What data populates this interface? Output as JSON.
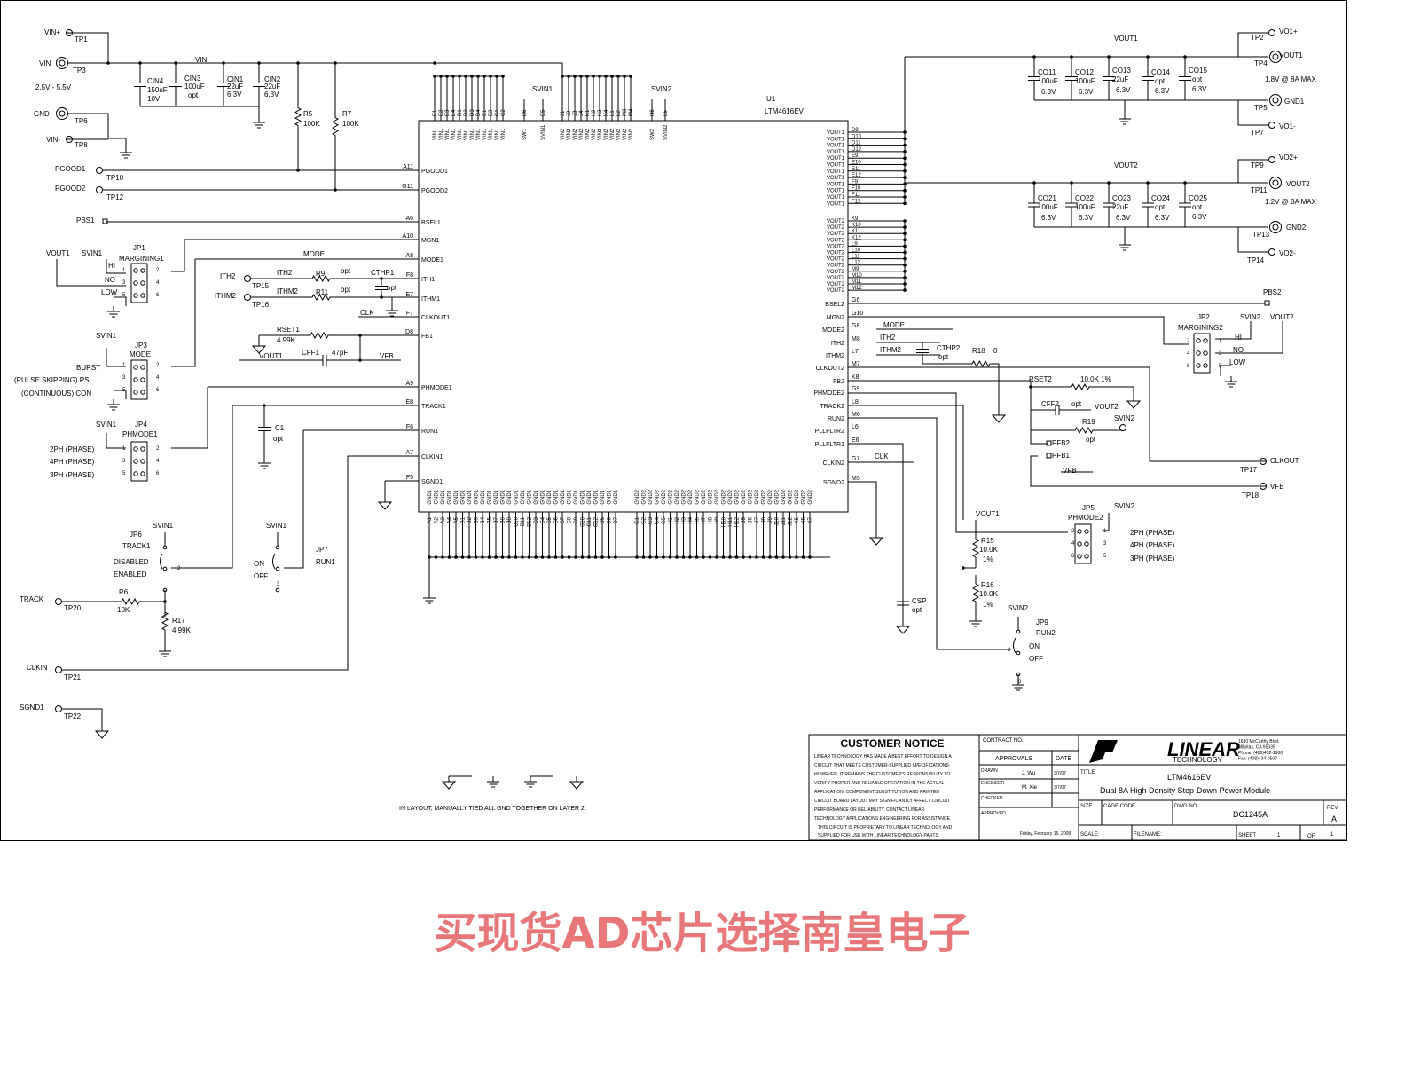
{
  "tb": {
    "notice_title": "CUSTOMER NOTICE",
    "notice_lines": [
      "LINEAR TECHNOLOGY HAS MADE A BEST EFFORT TO DESIGN A",
      "CIRCUIT THAT MEETS CUSTOMER-SUPPLIED SPECIFICATIONS;",
      "HOWEVER, IT REMAINS THE CUSTOMER'S RESPONSIBILITY TO",
      "VERIFY PROPER AND RELIABLE OPERATION IN THE ACTUAL",
      "APPLICATION. COMPONENT SUBSTITUTION AND PRINTED",
      "CIRCUIT BOARD LAYOUT MAY SIGNIFICANTLY AFFECT CIRCUIT",
      "PERFORMANCE OR RELIABILITY. CONTACT LINEAR",
      "TECHNOLOGY APPLICATIONS ENGINEERING FOR ASSISTANCE."
    ],
    "proprietary_lines": [
      "THIS CIRCUIT IS PROPRIETARY TO LINEAR TECHNOLOGY AND",
      "SUPPLIED FOR USE WITH LINEAR TECHNOLOGY PARTS."
    ],
    "contract_label": "CONTRACT NO.",
    "approvals_label": "APPROVALS",
    "date_label": "DATE",
    "drawn_label": "DRAWN",
    "drawn_by": "J. Wu",
    "drawn_date": "3/7/07",
    "engineer_label": "ENGINEER",
    "engineer_by": "M. Xie",
    "engineer_date": "3/7/07",
    "checked_label": "CHECKED",
    "approved_label": "APPROVED",
    "print_date": "Friday, February 15, 2008",
    "logo_text": "LINEAR",
    "logo_sub": "TECHNOLOGY",
    "address_lines": [
      "1630 McCarthy Blvd.",
      "Milpitas, CA 95035",
      "Phone: (408)432-1900",
      "Fax: (408)434-0507"
    ],
    "title_label": "TITLE",
    "title_1": "LTM4616EV",
    "title_2": "Dual 8A High Density Step-Down Power Module",
    "size_label": "SIZE",
    "cage_label": "CAGE CODE",
    "dwg_label": "DWG NO",
    "dwg_no": "DC1245A",
    "rev_label": "REV",
    "rev": "A",
    "scale_label": "SCALE:",
    "filename_label": "FILENAME:",
    "sheet_label": "SHEET",
    "sheet_no": "1",
    "of_label": "OF",
    "sheet_total": "1"
  },
  "layout_note": "IN LAYOUT, MANUALLY TIED ALL GND TOGETHER ON LAYER 2.",
  "promo": "买现货AD芯片选择南皇电子",
  "ic": {
    "ref": "U1",
    "part": "LTM4616EV",
    "left_pins": [
      {
        "num": "A11",
        "name": "PGOOD1"
      },
      {
        "num": "G11",
        "name": "PGOOD2"
      },
      {
        "num": "A6",
        "name": "BSEL1"
      },
      {
        "num": "A10",
        "name": "MGN1"
      },
      {
        "num": "A8",
        "name": "MODE1"
      },
      {
        "num": "F8",
        "name": "ITH1"
      },
      {
        "num": "E7",
        "name": "ITHM1"
      },
      {
        "num": "F7",
        "name": "CLKOUT1"
      },
      {
        "num": "D8",
        "name": "FB1"
      },
      {
        "num": "A9",
        "name": "PHMODE1"
      },
      {
        "num": "E8",
        "name": "TRACK1"
      },
      {
        "num": "F6",
        "name": "RUN1"
      },
      {
        "num": "A7",
        "name": "CLKIN1"
      },
      {
        "num": "F5",
        "name": "SGND1"
      }
    ],
    "right_pins": [
      {
        "num": "G6",
        "name": "BSEL2"
      },
      {
        "num": "G10",
        "name": "MGN2"
      },
      {
        "num": "G8",
        "name": "MODE2"
      },
      {
        "num": "M8",
        "name": "ITH2"
      },
      {
        "num": "L7",
        "name": "ITHM2"
      },
      {
        "num": "M7",
        "name": "CLKOUT2"
      },
      {
        "num": "K8",
        "name": "FB2"
      },
      {
        "num": "G9",
        "name": "PHMODE2"
      },
      {
        "num": "L8",
        "name": "TRACK2"
      },
      {
        "num": "M6",
        "name": "RUN2"
      },
      {
        "num": "L6",
        "name": "PLLFLTR2"
      },
      {
        "num": "E6",
        "name": "PLLFLTR1"
      },
      {
        "num": "G7",
        "name": "CLKIN2"
      },
      {
        "num": "M5",
        "name": "SGND2"
      }
    ],
    "vout1_nums": [
      "D9",
      "D10",
      "D11",
      "D12",
      "E9",
      "E10",
      "E11",
      "E12",
      "F9",
      "F10",
      "F11",
      "F12"
    ],
    "vout1_name": "VOUT1",
    "vout2_nums": [
      "K9",
      "K10",
      "K11",
      "K12",
      "L9",
      "L10",
      "L11",
      "L12",
      "M9",
      "M10",
      "M11",
      "M12"
    ],
    "vout2_name": "VOUT2",
    "top_vin1_nums": [
      "E1",
      "E2",
      "E3",
      "E4",
      "D1",
      "D2",
      "D3",
      "D4",
      "E1",
      "E2",
      "C1",
      "C2"
    ],
    "top_vin2_nums": [
      "J1",
      "J2",
      "J3",
      "J4",
      "K1",
      "K2",
      "K3",
      "K4",
      "L1",
      "L2",
      "M3",
      "M4"
    ],
    "vin_name": "VIN1",
    "vin2_name": "VIN2",
    "sw1": {
      "num": "B6",
      "name": "SW1"
    },
    "svin1": {
      "num": "E5",
      "name": "SVIN1"
    },
    "sw2": {
      "num": "H6",
      "name": "SW2"
    },
    "svin2": {
      "num": "L5",
      "name": "SVIN2"
    },
    "bottom_gnd1_nums": [
      "A1",
      "A2",
      "A3",
      "A4",
      "A5",
      "B1",
      "B2",
      "B3",
      "B4",
      "B5",
      "B7",
      "B8",
      "B9",
      "B10",
      "B11",
      "B12",
      "C3",
      "C4",
      "C5",
      "C6",
      "C7",
      "C8",
      "C9",
      "C10",
      "C11",
      "C12",
      "D5",
      "D6",
      "D7"
    ],
    "bottom_gnd2_nums": [
      "G1",
      "G2",
      "G3",
      "G4",
      "G5",
      "H1",
      "H2",
      "H3",
      "H4",
      "H5",
      "H7",
      "H8",
      "H9",
      "H10",
      "H11",
      "H12",
      "J5",
      "J6",
      "J7",
      "J8",
      "J9",
      "J10",
      "J11",
      "J12",
      "K5",
      "K6",
      "K7"
    ],
    "gnd1_name": "GND1",
    "gnd2_name": "GND2"
  },
  "labels": [
    {
      "t": "VIN+"
    },
    {
      "t": "TP1"
    },
    {
      "t": "VIN"
    },
    {
      "t": "TP3"
    },
    {
      "t": "2.5V - 5.5V"
    },
    {
      "t": "GND"
    },
    {
      "t": "TP6"
    },
    {
      "t": "VIN-"
    },
    {
      "t": "TP8"
    },
    {
      "t": "CIN4"
    },
    {
      "t": "150uF"
    },
    {
      "t": "10V"
    },
    {
      "t": "CIN3"
    },
    {
      "t": "100uF"
    },
    {
      "t": "opt"
    },
    {
      "t": "CIN1"
    },
    {
      "t": "22uF"
    },
    {
      "t": "6.3V"
    },
    {
      "t": "CIN2"
    },
    {
      "t": "22uF"
    },
    {
      "t": "6.3V"
    },
    {
      "t": "VIN"
    },
    {
      "t": "R5"
    },
    {
      "t": "100K"
    },
    {
      "t": "R7"
    },
    {
      "t": "100K"
    },
    {
      "t": "PGOOD1"
    },
    {
      "t": "TP10"
    },
    {
      "t": "PGOOD2"
    },
    {
      "t": "TP12"
    },
    {
      "t": "PBS1"
    },
    {
      "t": "VOUT1"
    },
    {
      "t": "SVIN1"
    },
    {
      "t": "JP1"
    },
    {
      "t": "MARGINING1"
    },
    {
      "t": "HI"
    },
    {
      "t": "NO"
    },
    {
      "t": "LOW"
    },
    {
      "t": "MODE"
    },
    {
      "t": "ITH2"
    },
    {
      "t": "TP15"
    },
    {
      "t": "ITH2"
    },
    {
      "t": "R9"
    },
    {
      "t": "opt"
    },
    {
      "t": "CTHP1"
    },
    {
      "t": "opt"
    },
    {
      "t": "ITHM2"
    },
    {
      "t": "TP16"
    },
    {
      "t": "ITHM2"
    },
    {
      "t": "R11"
    },
    {
      "t": "opt"
    },
    {
      "t": "CLK"
    },
    {
      "t": "RSET1"
    },
    {
      "t": "4.99K"
    },
    {
      "t": "VOUT1"
    },
    {
      "t": "CFF1"
    },
    {
      "t": "47pF"
    },
    {
      "t": "VFB"
    },
    {
      "t": "SVIN1"
    },
    {
      "t": "JP3"
    },
    {
      "t": "MODE"
    },
    {
      "t": "BURST"
    },
    {
      "t": "(PULSE SKIPPING) PS"
    },
    {
      "t": "(CONTINUOUS) CON"
    },
    {
      "t": "C1"
    },
    {
      "t": "opt"
    },
    {
      "t": "SVIN1"
    },
    {
      "t": "JP4"
    },
    {
      "t": "PHMODE1"
    },
    {
      "t": "2PH (PHASE)"
    },
    {
      "t": "4PH (PHASE)"
    },
    {
      "t": "3PH (PHASE)"
    },
    {
      "t": "SVIN1"
    },
    {
      "t": "JP6"
    },
    {
      "t": "TRACK1"
    },
    {
      "t": "DISABLED"
    },
    {
      "t": "ENABLED"
    },
    {
      "t": "SVIN1"
    },
    {
      "t": "ON"
    },
    {
      "t": "OFF"
    },
    {
      "t": "JP7"
    },
    {
      "t": "RUN1"
    },
    {
      "t": "TRACK"
    },
    {
      "t": "TP20"
    },
    {
      "t": "R6"
    },
    {
      "t": "10K"
    },
    {
      "t": "R17"
    },
    {
      "t": "4.99K"
    },
    {
      "t": "CLKIN"
    },
    {
      "t": "TP21"
    },
    {
      "t": "SGND1"
    },
    {
      "t": "TP22"
    },
    {
      "t": "VOUT1"
    },
    {
      "t": "CO11"
    },
    {
      "t": "100uF"
    },
    {
      "t": "6.3V"
    },
    {
      "t": "CO12"
    },
    {
      "t": "100uF"
    },
    {
      "t": "6.3V"
    },
    {
      "t": "CO13"
    },
    {
      "t": "22uF"
    },
    {
      "t": "6.3V"
    },
    {
      "t": "CO14"
    },
    {
      "t": "opt"
    },
    {
      "t": "6.3V"
    },
    {
      "t": "CO15"
    },
    {
      "t": "opt"
    },
    {
      "t": "6.3V"
    },
    {
      "t": "TP2"
    },
    {
      "t": "VO1+"
    },
    {
      "t": "VOUT1"
    },
    {
      "t": "TP4"
    },
    {
      "t": "1.8V @ 8A MAX"
    },
    {
      "t": "GND1"
    },
    {
      "t": "TP5"
    },
    {
      "t": "TP7"
    },
    {
      "t": "VO1-"
    },
    {
      "t": "VOUT2"
    },
    {
      "t": "CO21"
    },
    {
      "t": "100uF"
    },
    {
      "t": "6.3V"
    },
    {
      "t": "CO22"
    },
    {
      "t": "100uF"
    },
    {
      "t": "6.3V"
    },
    {
      "t": "CO23"
    },
    {
      "t": "22uF"
    },
    {
      "t": "6.3V"
    },
    {
      "t": "CO24"
    },
    {
      "t": "opt"
    },
    {
      "t": "6.3V"
    },
    {
      "t": "CO25"
    },
    {
      "t": "opt"
    },
    {
      "t": "6.3V"
    },
    {
      "t": "TP9"
    },
    {
      "t": "VO2+"
    },
    {
      "t": "VOUT2"
    },
    {
      "t": "TP11"
    },
    {
      "t": "1.2V @ 8A MAX"
    },
    {
      "t": "GND2"
    },
    {
      "t": "TP13"
    },
    {
      "t": "TP14"
    },
    {
      "t": "VO2-"
    },
    {
      "t": "PBS2"
    },
    {
      "t": "JP2"
    },
    {
      "t": "MARGINING2"
    },
    {
      "t": "SVIN2"
    },
    {
      "t": "VOUT2"
    },
    {
      "t": "HI"
    },
    {
      "t": "NO"
    },
    {
      "t": "LOW"
    },
    {
      "t": "MODE"
    },
    {
      "t": "ITH2"
    },
    {
      "t": "ITHM2"
    },
    {
      "t": "CTHP2"
    },
    {
      "t": "opt"
    },
    {
      "t": "R18"
    },
    {
      "t": "0"
    },
    {
      "t": "RSET2"
    },
    {
      "t": "10.0K 1%"
    },
    {
      "t": "CFF2"
    },
    {
      "t": "opt"
    },
    {
      "t": "VOUT2"
    },
    {
      "t": "R19"
    },
    {
      "t": "opt"
    },
    {
      "t": "SVIN2"
    },
    {
      "t": "PFB2"
    },
    {
      "t": "PFB1"
    },
    {
      "t": "VFB"
    },
    {
      "t": "CLKOUT"
    },
    {
      "t": "TP17"
    },
    {
      "t": "VFB"
    },
    {
      "t": "TP18"
    },
    {
      "t": "CLK"
    },
    {
      "t": "VOUT1"
    },
    {
      "t": "JP5"
    },
    {
      "t": "PHMODE2"
    },
    {
      "t": "SVIN2"
    },
    {
      "t": "2PH (PHASE)"
    },
    {
      "t": "4PH (PHASE)"
    },
    {
      "t": "3PH (PHASE)"
    },
    {
      "t": "R15"
    },
    {
      "t": "10.0K"
    },
    {
      "t": "1%"
    },
    {
      "t": "R16"
    },
    {
      "t": "10.0K"
    },
    {
      "t": "1%"
    },
    {
      "t": "CSP"
    },
    {
      "t": "opt"
    },
    {
      "t": "SVIN2"
    },
    {
      "t": "JP9"
    },
    {
      "t": "RUN2"
    },
    {
      "t": "ON"
    },
    {
      "t": "OFF"
    },
    {
      "t": "SVIN1"
    },
    {
      "t": "SVIN2"
    }
  ]
}
